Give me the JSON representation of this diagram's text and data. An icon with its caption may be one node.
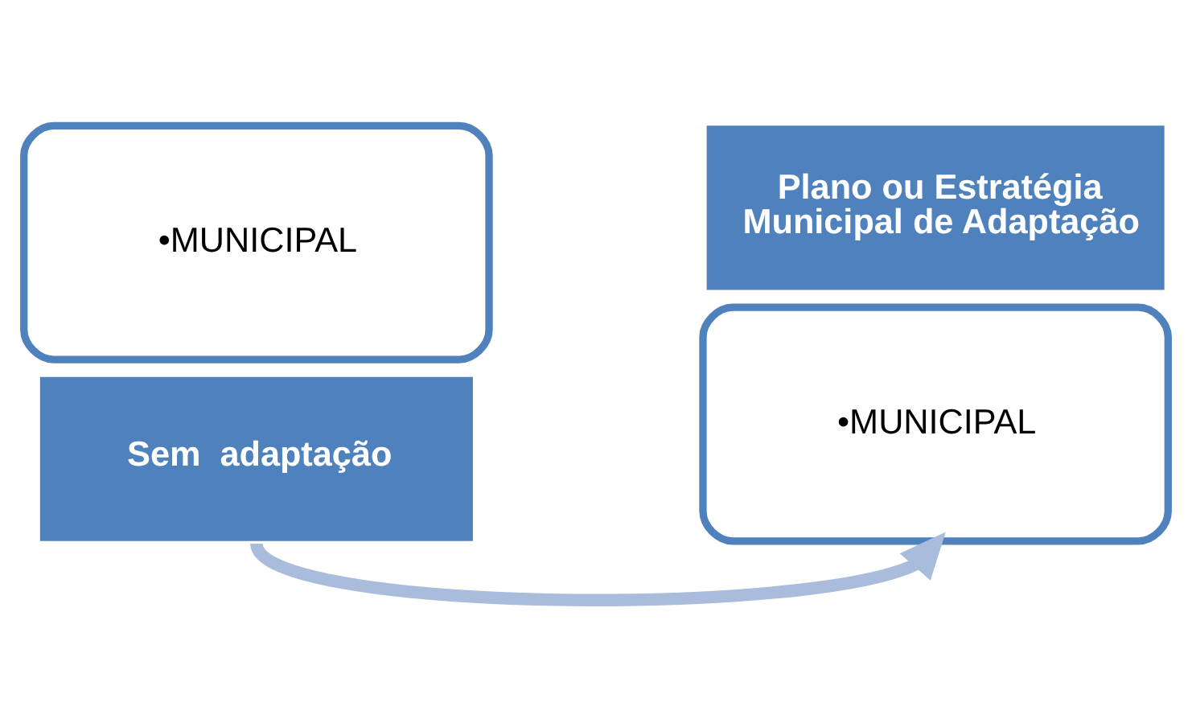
{
  "diagram": {
    "nodes": [
      {
        "text": [
          "•MUNICIPAL"
        ]
      },
      {
        "text": [
          "Sem  adaptação"
        ]
      },
      {
        "text": [
          "Plano ou Estratégia Municipal de Adaptação"
        ]
      },
      {
        "text": [
          "•MUNICIPAL"
        ]
      }
    ],
    "edges": [
      {
        "from": 1,
        "to": 3,
        "arrow": "to",
        "color": "#a9bcdb"
      }
    ]
  }
}
